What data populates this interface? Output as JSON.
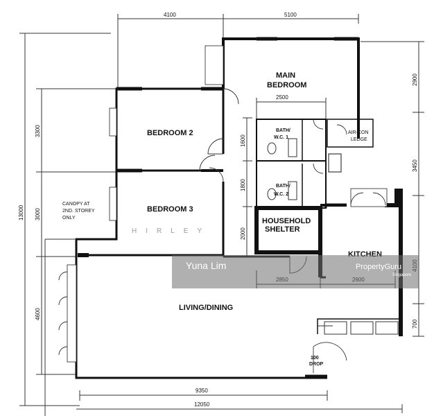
{
  "rooms": {
    "main_bedroom": [
      "MAIN",
      "BEDROOM"
    ],
    "bedroom2": "BEDROOM 2",
    "bedroom3": "BEDROOM 3",
    "bath1": [
      "BATH/",
      "W.C. 1"
    ],
    "bath2": [
      "BATH/",
      "W.C. 2"
    ],
    "aircon": [
      "AIR-CON",
      "LEDGE"
    ],
    "household": [
      "HOUSEHOLD",
      "SHELTER"
    ],
    "kitchen": "KITCHEN",
    "living": "LIVING/DINING",
    "drop": [
      "100",
      "DROP"
    ]
  },
  "canopy_note": [
    "CANOPY AT",
    "2ND. STOREY",
    "ONLY"
  ],
  "dimensions": {
    "top_left": "4100",
    "top_right": "5100",
    "bath_width": "2500",
    "shelter_width": "2850",
    "kitchen_width": "2600",
    "bottom_inner": "9350",
    "bottom_overall": "12050",
    "left_overall": "13000",
    "left_bed2": "3300",
    "left_bed3": "3000",
    "left_living": "4600",
    "bath1_h": "1600",
    "bath2_h": "1800",
    "shelter_h": "2000",
    "right_top": "2900",
    "right_mid": "3450",
    "right_kitchen": "4100",
    "right_bottom": "700"
  },
  "watermark": "HIRLEY",
  "agent": {
    "name": "Yuna Lim",
    "brand": "PropertyGuru",
    "brand_sub": "Singapore"
  }
}
